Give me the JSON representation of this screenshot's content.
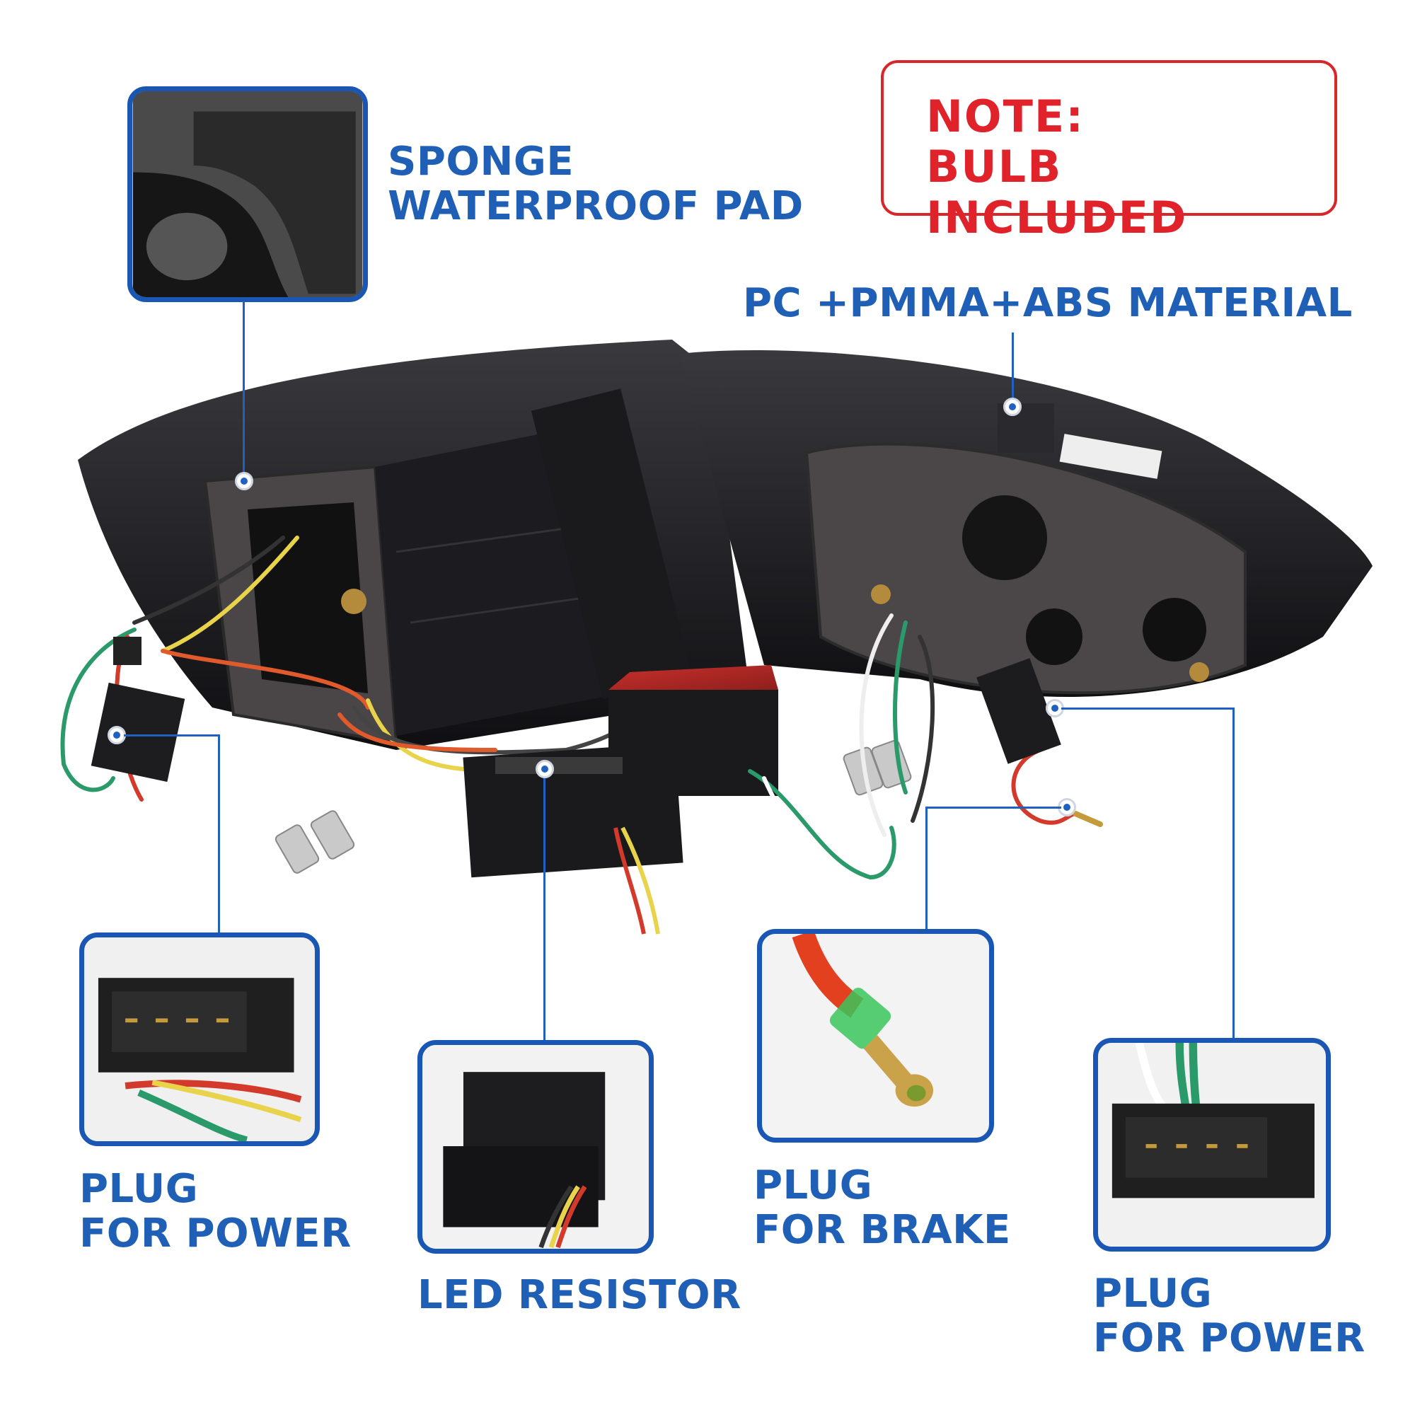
{
  "note": {
    "line1": "NOTE:",
    "line2": "BULB INCLUDED"
  },
  "callouts": {
    "sponge": {
      "line1": "SPONGE",
      "line2": "WATERPROOF PAD"
    },
    "material": {
      "text": "PC +PMMA+ABS MATERIAL"
    },
    "plug_power_left": {
      "line1": "PLUG",
      "line2": "FOR POWER"
    },
    "led_resistor": {
      "text": "LED RESISTOR"
    },
    "plug_brake": {
      "line1": "PLUG",
      "line2": "FOR BRAKE"
    },
    "plug_power_right": {
      "line1": "PLUG",
      "line2": "FOR POWER"
    }
  },
  "colors": {
    "accent_blue": "#1f5fb5",
    "note_red": "#e0232a"
  }
}
